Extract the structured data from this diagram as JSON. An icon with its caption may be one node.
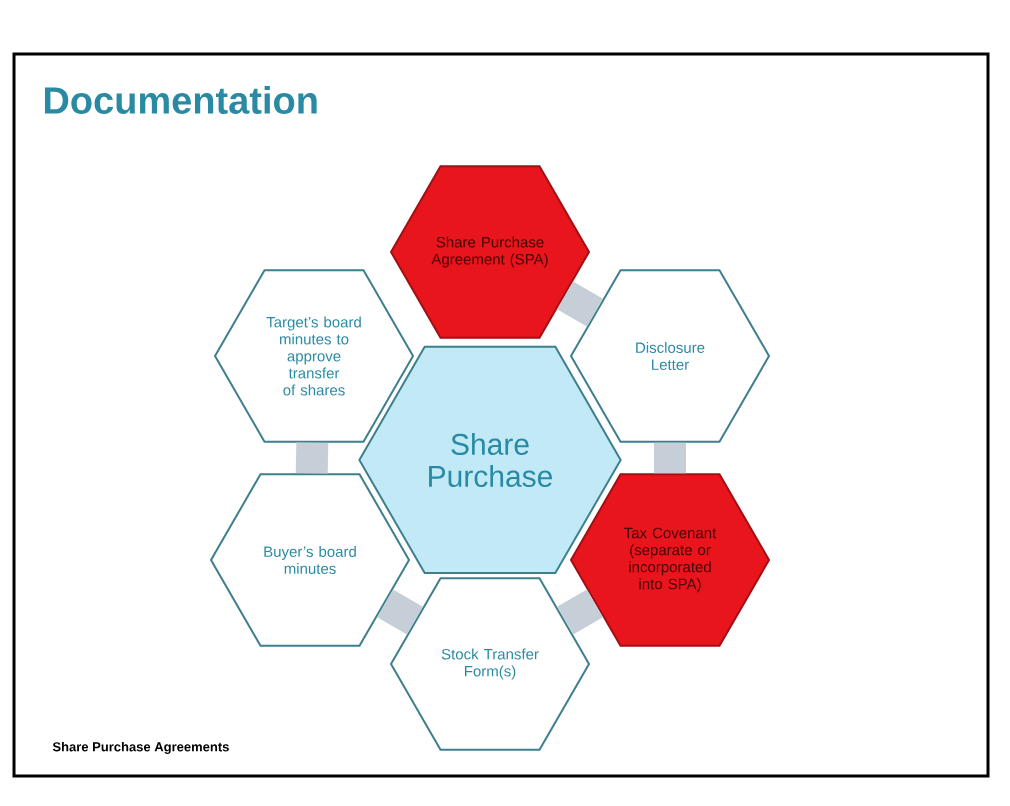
{
  "diagram": {
    "title": "Documentation",
    "nodes": [
      {
        "text": [
          "Share Purchase Agreement (SPA)"
        ]
      },
      {
        "text": [
          "Disclosure Letter"
        ]
      },
      {
        "text": [
          "Target’s board minutes to approve transfer of shares"
        ]
      },
      {
        "text": [
          "Share Purchase"
        ]
      },
      {
        "text": [
          "Tax Covenant (separate or incorporated into SPA)"
        ]
      },
      {
        "text": [
          "Buyer’s board minutes"
        ]
      },
      {
        "text": [
          "Stock Transfer Form(s)"
        ]
      }
    ],
    "edges": [
      {
        "from": 0,
        "to": 1,
        "arrow": "none"
      },
      {
        "from": 1,
        "to": 4,
        "arrow": "none"
      },
      {
        "from": 4,
        "to": 6,
        "arrow": "none"
      },
      {
        "from": 6,
        "to": 5,
        "arrow": "none"
      },
      {
        "from": 5,
        "to": 2,
        "arrow": "none"
      }
    ],
    "labels": [
      "Share Purchase Agreements"
    ]
  }
}
